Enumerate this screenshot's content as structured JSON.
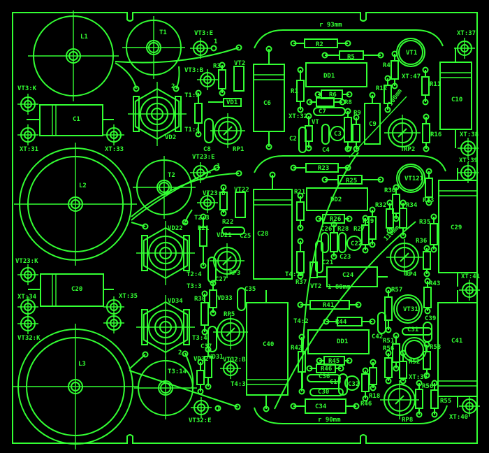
{
  "colors": {
    "background": "#000000",
    "trace": "#33ff33"
  },
  "labels": {
    "L1": "L1",
    "T1": "T1",
    "VT3_E": "VT3:E",
    "n1a": "1",
    "VT3_B": "VT3:B",
    "n2a": "2",
    "R3": "R3",
    "VT2": "VT2",
    "VT3_K": "VT3:K",
    "C1": "C1",
    "XT31": "XT:31",
    "XT33": "XT:33",
    "VD2": "VD2",
    "T1_3": "T1:3",
    "T1_4": "T1:4",
    "VD1": "VD1",
    "C8": "C8",
    "RP1": "RP1",
    "r93": "r 93mm",
    "R2": "R2",
    "R5": "R5",
    "DD1": "DD1",
    "R1": "R1",
    "R6": "R6",
    "R8": "R8",
    "C7": "C7",
    "XT32": "XT:32",
    "VT": "VT",
    "C2": "C2",
    "C4": "C4",
    "C3": "C3",
    "R4": "R4",
    "R7": "R7",
    "R9": "R9",
    "C6": "C6",
    "C9": "C9",
    "VT1": "VT1",
    "XT47": "XT:47",
    "R12": "R12",
    "R11": "R11",
    "d100": "100mm",
    "C10": "C10",
    "RP2": "RP2",
    "R16": "R16",
    "XT37": "XT:37",
    "XT38": "XT:38",
    "R23": "R23",
    "R25": "R25",
    "DD2": "DD2",
    "R21b": "R21",
    "R26": "R26",
    "C26": "C26",
    "R28": "R28",
    "R27": "R27",
    "R29": "R29",
    "C22": "C22",
    "C23": "C23",
    "C21": "C21",
    "T4_10": "T4:10",
    "R37": "R37",
    "VT2b": "VT2",
    "C24": "C24",
    "d80": "1 80mm",
    "VT121": "VT121",
    "R30": "R30",
    "R32": "R32",
    "R34": "R34",
    "R33": "R33",
    "R35": "R35",
    "d110": "110mm",
    "R36": "R36",
    "RP4": "RP4",
    "C28": "C28",
    "C29": "C29",
    "XT39": "XT:39",
    "XT41": "XT:41",
    "C35": "C35",
    "R41": "R41",
    "R44": "R44",
    "T4_2": "T4:2",
    "DD1b": "DD1",
    "R42": "R42",
    "C42": "C42",
    "R43": "R43",
    "R57": "R57",
    "VT31": "VT31",
    "C39": "C39",
    "C31": "C31",
    "R51": "R51",
    "R56": "R56",
    "R52": "R52",
    "R53": "R53",
    "XT36": "XT:36",
    "C40": "C40",
    "C41": "C41",
    "R45": "R45",
    "R46": "R46",
    "C36": "C36",
    "C19": "C19",
    "C32": "C32",
    "C30": "C30",
    "R18": "R18",
    "R46b": "R46",
    "C34": "C34",
    "R56b": "R56",
    "R55": "R55",
    "XT40": "XT:40",
    "r90": "r 90mm",
    "RP8": "RP8",
    "L2": "L2",
    "T2": "T2",
    "VT23_E": "VT23:E",
    "n1b": "1",
    "VT23_B": "VT23:B",
    "n2b": "2",
    "R22": "R22",
    "VT22": "VT22",
    "T2_3": "T2:3",
    "R21": "R21",
    "VD21": "VD21",
    "C25": "C25",
    "VD22": "VD22",
    "T2_4": "T2:4",
    "RP3": "RP3",
    "C27": "C27",
    "VT23_K": "VT23:K",
    "C20": "C20",
    "XT34": "XT:34",
    "XT35": "XT:35",
    "T3_3": "T3:3",
    "R30b": "R30",
    "VD33": "VD33",
    "VD34": "VD34",
    "RP5": "RP5",
    "T3_4": "T3:4",
    "C37": "C37",
    "L3": "L3",
    "T3_14": "T3:14",
    "VD32": "VD32",
    "VD31": "VD31",
    "VT32_B": "VT32:B",
    "T4_3": "T4:3",
    "n2c": "2",
    "n1c": "1",
    "VT32_E": "VT32:E",
    "VT32_K": "VT32:K"
  }
}
